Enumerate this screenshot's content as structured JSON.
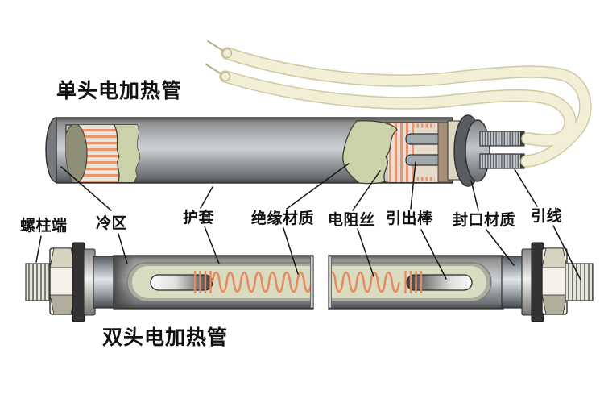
{
  "titles": {
    "single_head": "单头电加热管",
    "double_head": "双头电加热管"
  },
  "labels": {
    "stud_end": "螺柱端",
    "cold_zone": "冷区",
    "sheath": "护套",
    "insulation": "绝缘材质",
    "resistance_wire": "电阻丝",
    "lead_rod": "引出棒",
    "sealing": "封口材质",
    "lead_wire": "引线"
  },
  "colors": {
    "background": "#ffffff",
    "text": "#111111",
    "heater_coil_orange": "#e8946c",
    "resistance_wave_orange": "#e58b61",
    "insulation_green": "#cbd1a9",
    "filler_cream": "#dadcc2",
    "lead_wire_cream": "#f2efd6",
    "sheath_metal": "#b9bdc1",
    "sealing_brown": "#a68e78",
    "dark_washer": "#333333",
    "nut_ivory": "#f5f3e9"
  }
}
